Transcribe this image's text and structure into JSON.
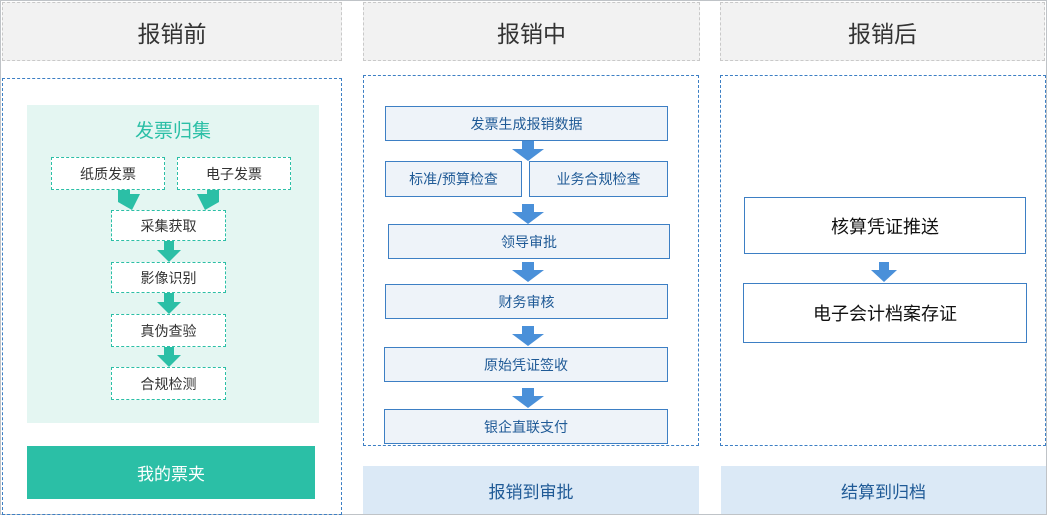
{
  "columns": [
    {
      "title": "报销前",
      "footer": "我的票夹"
    },
    {
      "title": "报销中",
      "footer": "报销到审批"
    },
    {
      "title": "报销后",
      "footer": "结算到归档"
    }
  ],
  "before": {
    "panel_title": "发票归集",
    "sources": [
      "纸质发票",
      "电子发票"
    ],
    "steps": [
      "采集获取",
      "影像识别",
      "真伪查验",
      "合规检测"
    ]
  },
  "during": {
    "steps": [
      "发票生成报销数据",
      "标准/预算检查",
      "业务合规检查",
      "领导审批",
      "财务审核",
      "原始凭证签收",
      "银企直联支付"
    ]
  },
  "after": {
    "steps": [
      "核算凭证推送",
      "电子会计档案存证"
    ]
  },
  "colors": {
    "teal": "#2bbfa6",
    "teal_light": "#e4f6f2",
    "blue_border": "#3d7fc4",
    "blue_arrow": "#4a90d9",
    "blue_fill": "#eef3f9",
    "footer_blue": "#dbe9f6",
    "header_gray": "#f2f2f2"
  }
}
